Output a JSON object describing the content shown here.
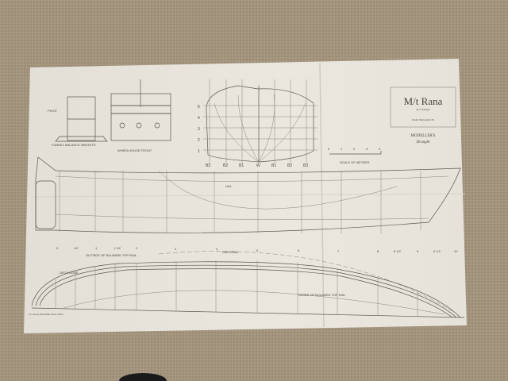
{
  "title_block": {
    "title": "M/t Rana",
    "author": "by J. Pottinger",
    "reference": "Model Shipwright 128"
  },
  "logo": {
    "line1": "MODELLER'S",
    "line2": "Draught"
  },
  "labels": {
    "pivot": "PIVOT",
    "funnel": "FUNNEL   BALANCE WEIGHTS",
    "wheelhouse": "WHEELHOUSE  FRONT",
    "scale": "SCALE OF METRES",
    "lwl": "LWL",
    "diagonal": "DIAGONAL",
    "deck_edge": "DECK EDGE",
    "outside_bulwark": "OUTSIDE OF BULWARK TOP RAIL",
    "inside_bulwark": "INSIDE OF BULWARK TOP RAIL",
    "copyright": "©Conway Maritime Press 2003"
  },
  "body_plan": {
    "waterlines": [
      "5",
      "4",
      "3",
      "2",
      "1"
    ],
    "buttocks": [
      "B3",
      "B2",
      "B1",
      "W",
      "B1",
      "B2",
      "B3"
    ]
  },
  "scale_ticks": [
    "0",
    "1",
    "2",
    "3",
    "4"
  ],
  "stations": [
    "0",
    "1/2",
    "1",
    "1 1/2",
    "2",
    "3",
    "4",
    "5",
    "6",
    "7",
    "8",
    "8 1/2",
    "9",
    "9 1/2",
    "10"
  ],
  "colors": {
    "carpet": "#a2937d",
    "paper": "#e9e5dd",
    "ink": "#5a554f"
  }
}
